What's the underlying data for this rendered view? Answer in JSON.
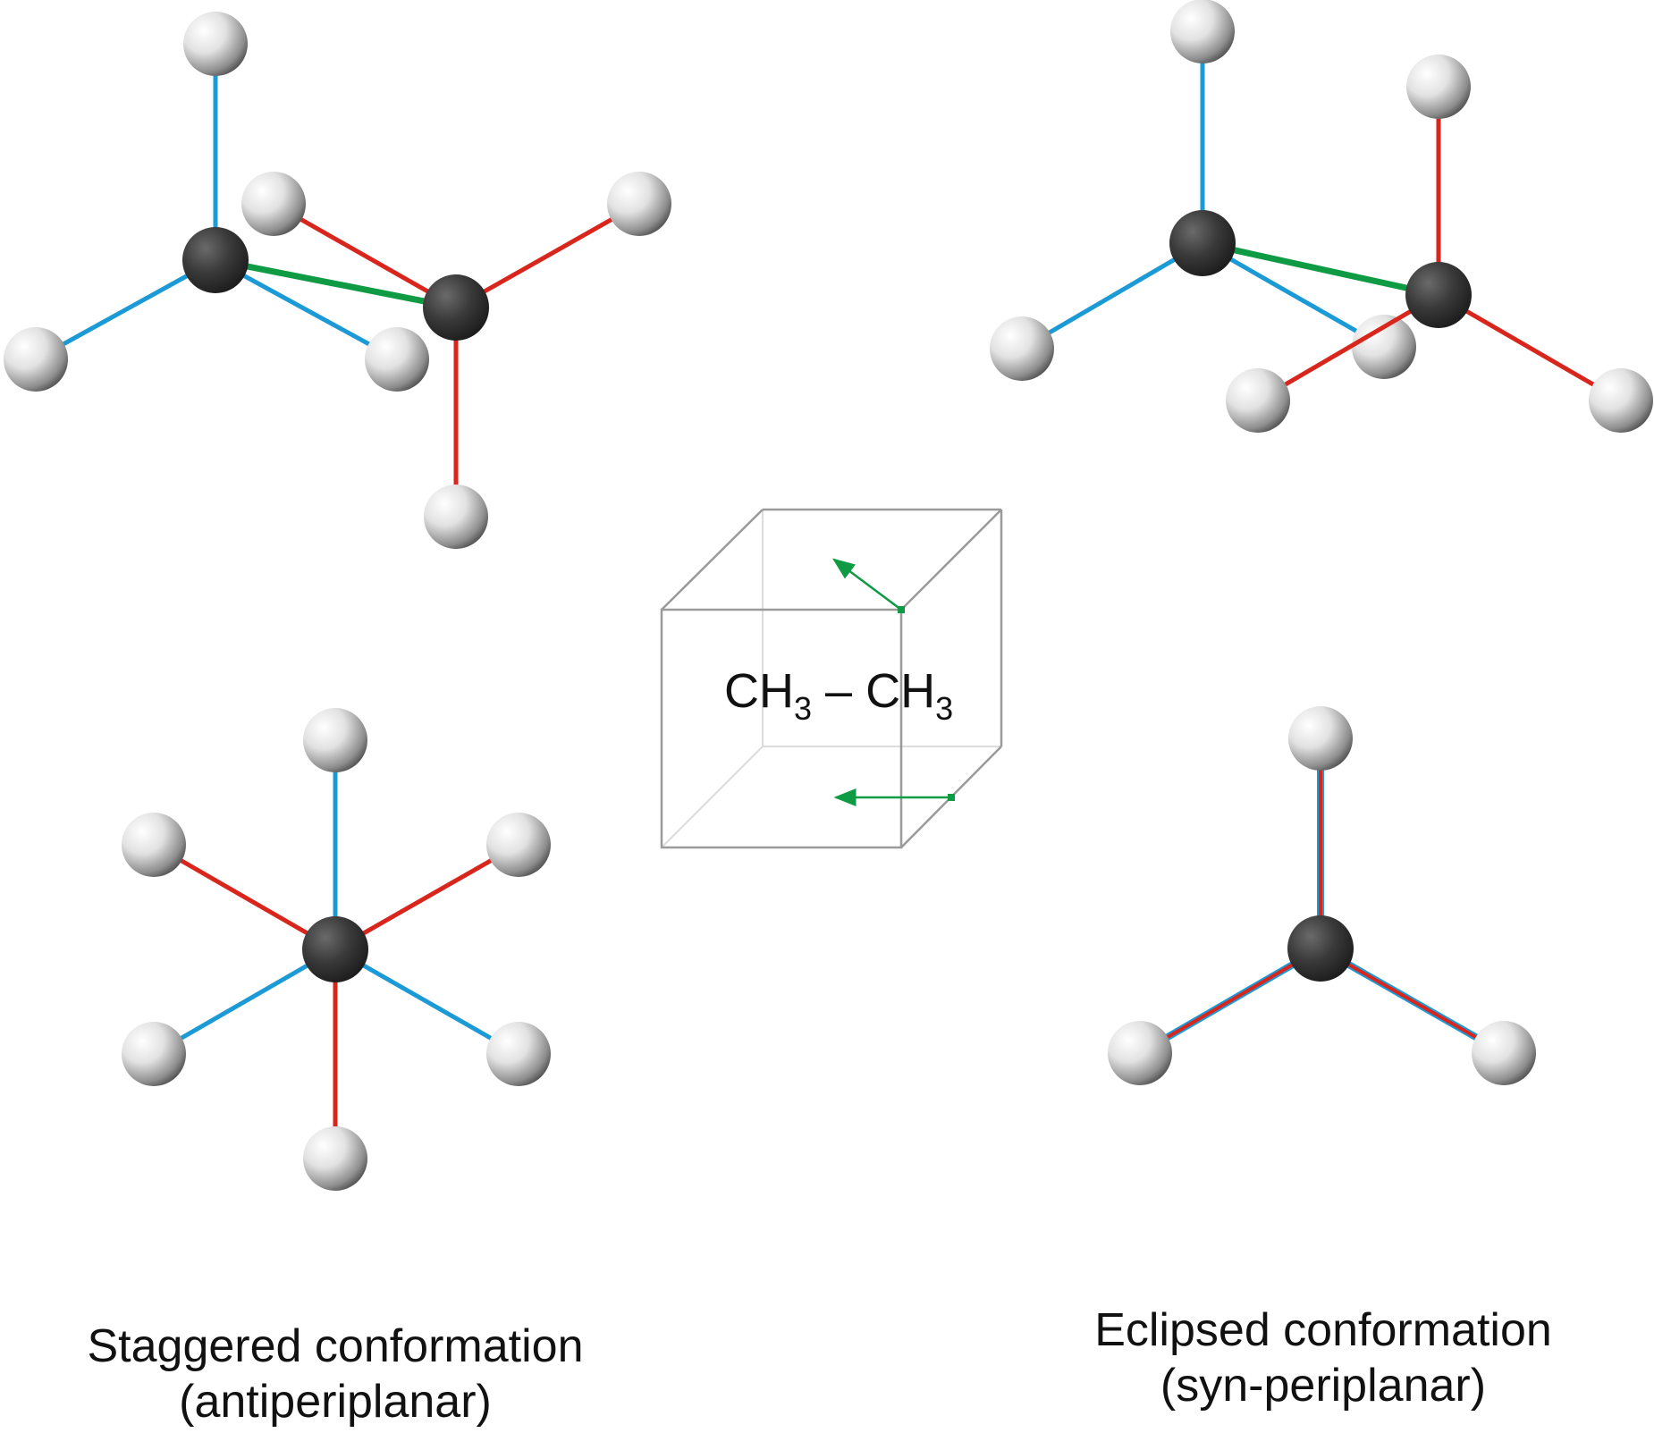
{
  "colors": {
    "front_bond": "#1b9ad6",
    "back_bond": "#d9261c",
    "cc_bond": "#0f9a44",
    "carbon": "#3a3a3a",
    "hydrogen": "#d0d0d0",
    "cube": "#9a9a9a",
    "arrow": "#0f9a44"
  },
  "formula": {
    "left_group": "CH",
    "left_sub": "3",
    "dash": "–",
    "right_group": "CH",
    "right_sub": "3"
  },
  "labels": {
    "staggered_line1": "Staggered conformation",
    "staggered_line2": "(antiperiplanar)",
    "eclipsed_line1": "Eclipsed conformation",
    "eclipsed_line2": "(syn-periplanar)"
  }
}
